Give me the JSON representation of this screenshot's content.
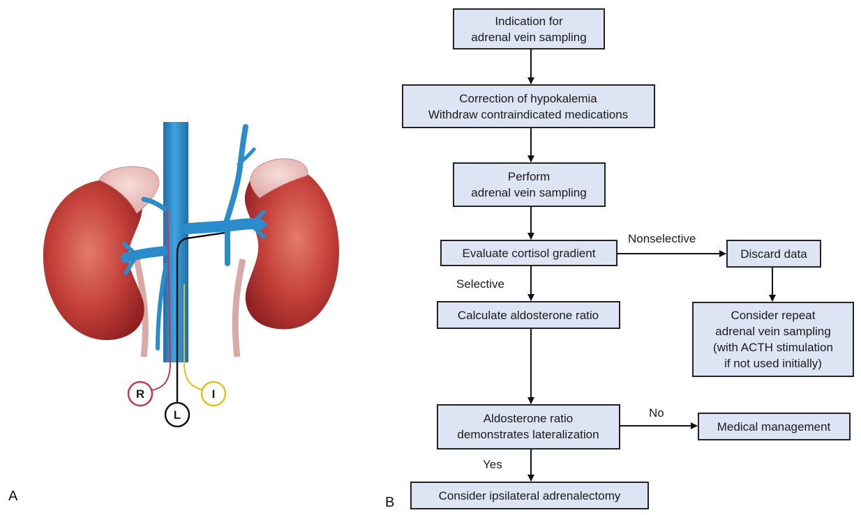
{
  "panel_labels": {
    "a": "A",
    "b": "B"
  },
  "catheters": {
    "right": "R",
    "left": "L",
    "inferior": "I"
  },
  "colors": {
    "vein": "#2b8ccc",
    "kidney": "#b8302f",
    "adrenal": "#efc6c4",
    "right_catheter": "#c7364c",
    "left_catheter": "#111111",
    "inferior_catheter": "#e0c21c",
    "box_fill": "#dde4f4"
  },
  "flowchart": {
    "indication": [
      "Indication for",
      "adrenal vein sampling"
    ],
    "correction": [
      "Correction of hypokalemia",
      "Withdraw contraindicated medications"
    ],
    "perform": [
      "Perform",
      "adrenal vein sampling"
    ],
    "evaluate": [
      "Evaluate cortisol gradient"
    ],
    "discard": [
      "Discard data"
    ],
    "repeat": [
      "Consider repeat",
      "adrenal vein sampling",
      "(with ACTH stimulation",
      "if not used initially)"
    ],
    "calculate": [
      "Calculate aldosterone ratio"
    ],
    "lateralization": [
      "Aldosterone ratio",
      "demonstrates lateralization"
    ],
    "medical": [
      "Medical management"
    ],
    "adrenalectomy": [
      "Consider ipsilateral adrenalectomy"
    ],
    "labels": {
      "nonselective": "Nonselective",
      "selective": "Selective",
      "no": "No",
      "yes": "Yes"
    }
  }
}
